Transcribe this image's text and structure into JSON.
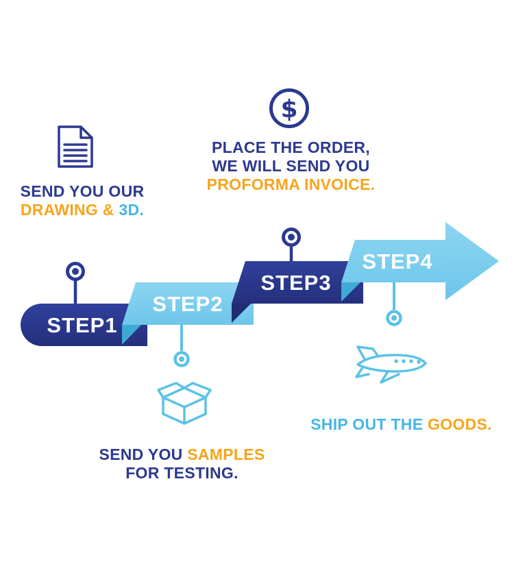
{
  "colors": {
    "navy": "#2B3990",
    "navy_dark": "#1F2C73",
    "cyan": "#7FD0EE",
    "cyan_dark": "#3FA9D6",
    "cyan_text": "#45B6E4",
    "orange": "#F7A41D",
    "white": "#FFFFFF",
    "background": "#FFFFFF"
  },
  "steps": [
    {
      "label": "STEP1"
    },
    {
      "label": "STEP2"
    },
    {
      "label": "STEP3"
    },
    {
      "label": "STEP4"
    }
  ],
  "icons": {
    "step1": "document-icon",
    "step2": "package-box-icon",
    "step3": "dollar-coin-icon",
    "step4": "airplane-icon",
    "dollar_symbol": "$"
  },
  "captions": {
    "step1": {
      "line1": "SEND YOU OUR",
      "line2_part1": "DRAWING & ",
      "line2_part2": "3D."
    },
    "step2": {
      "line1_part1": "SEND YOU ",
      "line1_part2": "SAMPLES",
      "line2": "FOR TESTING."
    },
    "step3": {
      "line1": "PLACE THE ORDER,",
      "line2": "WE WILL SEND YOU",
      "line3": "PROFORMA INVOICE."
    },
    "step4": {
      "part1": "SHIP OUT THE ",
      "part2": "GOODS."
    }
  }
}
